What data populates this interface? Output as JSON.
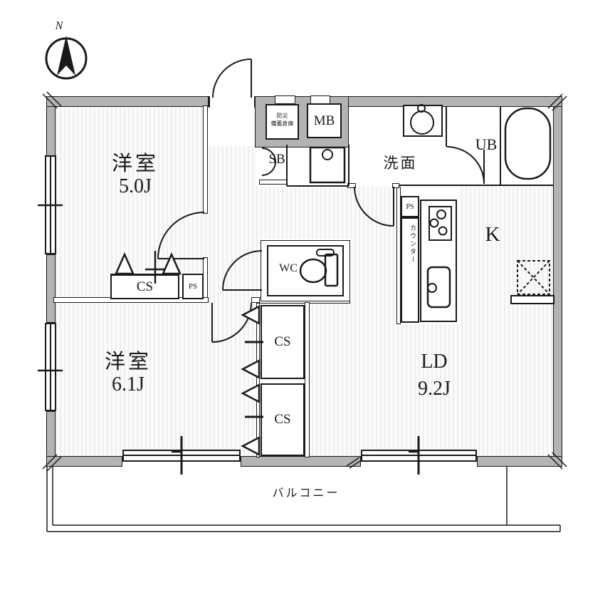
{
  "floorplan": {
    "compass": "N",
    "bedroom1": {
      "name": "洋室",
      "size": "5.0J"
    },
    "bedroom2": {
      "name": "洋室",
      "size": "6.1J"
    },
    "living": {
      "name": "LD",
      "size": "9.2J"
    },
    "kitchen_label": "K",
    "washroom_label": "洗面",
    "unit_bath_label": "UB",
    "toilet_label": "WC",
    "balcony_label": "バルコニー",
    "closet_bedroom1_label": "CS",
    "closet_upper_label": "CS",
    "closet_lower_label": "CS",
    "pipe_space_bedroom1_label": "PS",
    "pipe_space_kitchen_label": "PS",
    "shoe_box_label": "SB",
    "meter_box_label": "MB",
    "counter_label": "カウンター",
    "storage_line1": "防災",
    "storage_line2": "備蓄倉庫",
    "colors": {
      "wall_fill": "#b3b3b3",
      "line": "#1a1a1a",
      "floor_stripe": "#eeeeee"
    }
  }
}
